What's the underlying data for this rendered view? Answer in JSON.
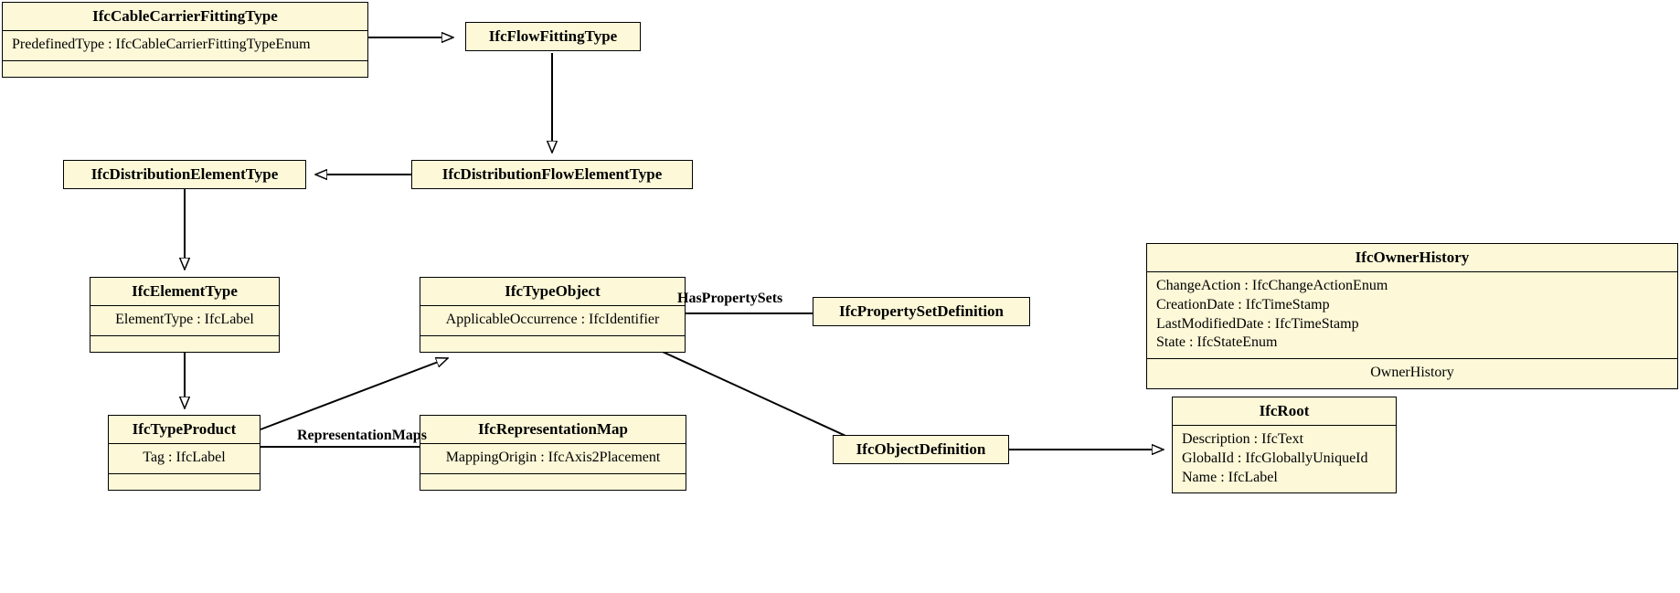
{
  "diagram": {
    "title": "IfcCableCarrierFittingType inheritance diagram",
    "colors": {
      "box_fill": "#fcf8d8",
      "box_border": "#000000",
      "edge": "#000000",
      "background": "#ffffff"
    },
    "classes": [
      {
        "id": "ifc-cable-carrier-fitting-type",
        "name": "IfcCableCarrierFittingType",
        "attributes": [
          "PredefinedType : IfcCableCarrierFittingTypeEnum"
        ],
        "has_empty_compartment": true
      },
      {
        "id": "ifc-flow-fitting-type",
        "name": "IfcFlowFittingType",
        "attributes": [],
        "has_empty_compartment": false
      },
      {
        "id": "ifc-distribution-element-type",
        "name": "IfcDistributionElementType",
        "attributes": [],
        "has_empty_compartment": false
      },
      {
        "id": "ifc-distribution-flow-element-type",
        "name": "IfcDistributionFlowElementType",
        "attributes": [],
        "has_empty_compartment": false
      },
      {
        "id": "ifc-element-type",
        "name": "IfcElementType",
        "attributes": [
          "ElementType : IfcLabel"
        ],
        "has_empty_compartment": true
      },
      {
        "id": "ifc-type-object",
        "name": "IfcTypeObject",
        "attributes": [
          "ApplicableOccurrence : IfcIdentifier"
        ],
        "has_empty_compartment": true
      },
      {
        "id": "ifc-property-set-definition",
        "name": "IfcPropertySetDefinition",
        "attributes": [],
        "has_empty_compartment": false
      },
      {
        "id": "ifc-owner-history",
        "name": "IfcOwnerHistory",
        "attributes": [
          "ChangeAction : IfcChangeActionEnum",
          "CreationDate : IfcTimeStamp",
          "LastModifiedDate : IfcTimeStamp",
          "State : IfcStateEnum"
        ],
        "footer": "OwnerHistory",
        "has_empty_compartment": false
      },
      {
        "id": "ifc-type-product",
        "name": "IfcTypeProduct",
        "attributes": [
          "Tag : IfcLabel"
        ],
        "has_empty_compartment": true
      },
      {
        "id": "ifc-representation-map",
        "name": "IfcRepresentationMap",
        "attributes": [
          "MappingOrigin : IfcAxis2Placement"
        ],
        "has_empty_compartment": true
      },
      {
        "id": "ifc-object-definition",
        "name": "IfcObjectDefinition",
        "attributes": [],
        "has_empty_compartment": false
      },
      {
        "id": "ifc-root",
        "name": "IfcRoot",
        "attributes": [
          "Description : IfcText",
          "GlobalId : IfcGloballyUniqueId",
          "Name : IfcLabel"
        ],
        "has_empty_compartment": false
      }
    ],
    "edge_labels": [
      {
        "id": "has-property-sets",
        "text": "HasPropertySets"
      },
      {
        "id": "representation-maps",
        "text": "RepresentationMaps"
      }
    ]
  }
}
